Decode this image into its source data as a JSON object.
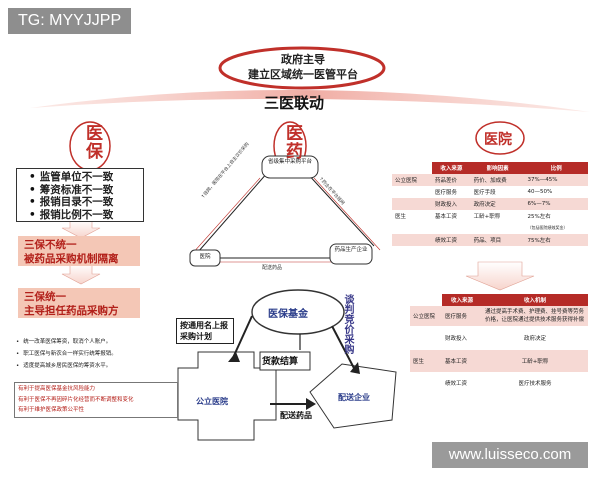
{
  "watermark_tl": "TG: MYYJJPP",
  "watermark_br": "www.luisseco.com",
  "center": {
    "line1": "政府主导",
    "line2": "建立区域统一医管平台",
    "sanyi": "三医联动"
  },
  "pillars": {
    "yibao": "医保",
    "yiyao": "医药",
    "yiyuan": "医院"
  },
  "yibao": {
    "issues": [
      "监管单位不一致",
      "筹资标准不一致",
      "报销目录不一致",
      "报销比例不一致"
    ],
    "box1": [
      "三保不统一",
      "被药品采购机制隔离"
    ],
    "box2": [
      "三保统一",
      "主导担任药品采购方"
    ],
    "bullets": [
      "统一改革医保筹资，取消个人账户。",
      "职工医保与新农合一样实行统筹报销。",
      "适度提高城乡居民医保的筹资水平。"
    ],
    "notes": [
      "有利于提高医保基金抗风险能力",
      "有利于医保不再因碎片化经营而不断调整和变化",
      "有利于维护医保政策公平性"
    ]
  },
  "triangle": {
    "top": "省级集中采购平台",
    "left": "医院",
    "right": "药品生产企业",
    "left_side": "↑挂网，医院在平台上自主议价采购",
    "right_side": "↑药企在平台挂网",
    "bottom": "配送药品"
  },
  "yiyuan_table1": {
    "headers": [
      "收入来源",
      "影响因素",
      "比例"
    ],
    "rows": [
      [
        "公立医院",
        "药品差价",
        "药价、加成费",
        "37%—45%"
      ],
      [
        "",
        "医疗服务",
        "医疗手段",
        "40—50%"
      ],
      [
        "",
        "财政投入",
        "政府决定",
        "6%—7%"
      ],
      [
        "医生",
        "基本工资",
        "工龄+职称",
        "25%左右"
      ],
      [
        "",
        "",
        "",
        "（包括医院绩效奖金）"
      ],
      [
        "",
        "绩效工资",
        "药品、项目",
        "75%左右"
      ]
    ]
  },
  "yiyuan_table2": {
    "headers": [
      "收入来源",
      "收入机制"
    ],
    "rows": [
      [
        "公立医院",
        "医疗服务",
        "通过提高手术费、护理费、挂号费等劳务价格，让医院通过提供技术服务获得补偿"
      ],
      [
        "",
        "财政投入",
        "政府决定"
      ],
      [
        "医生",
        "基本工资",
        "工龄+职称"
      ],
      [
        "",
        "绩效工资",
        "医疗技术服务"
      ]
    ]
  },
  "lower": {
    "yibao_fund": "医保基金",
    "plan": "按通用名上报采购计划",
    "settle": "货款结算",
    "bargain": "谈判竞价采购",
    "hospital": "公立医院",
    "enterprise": "配送企业",
    "deliver": "配送药品"
  }
}
